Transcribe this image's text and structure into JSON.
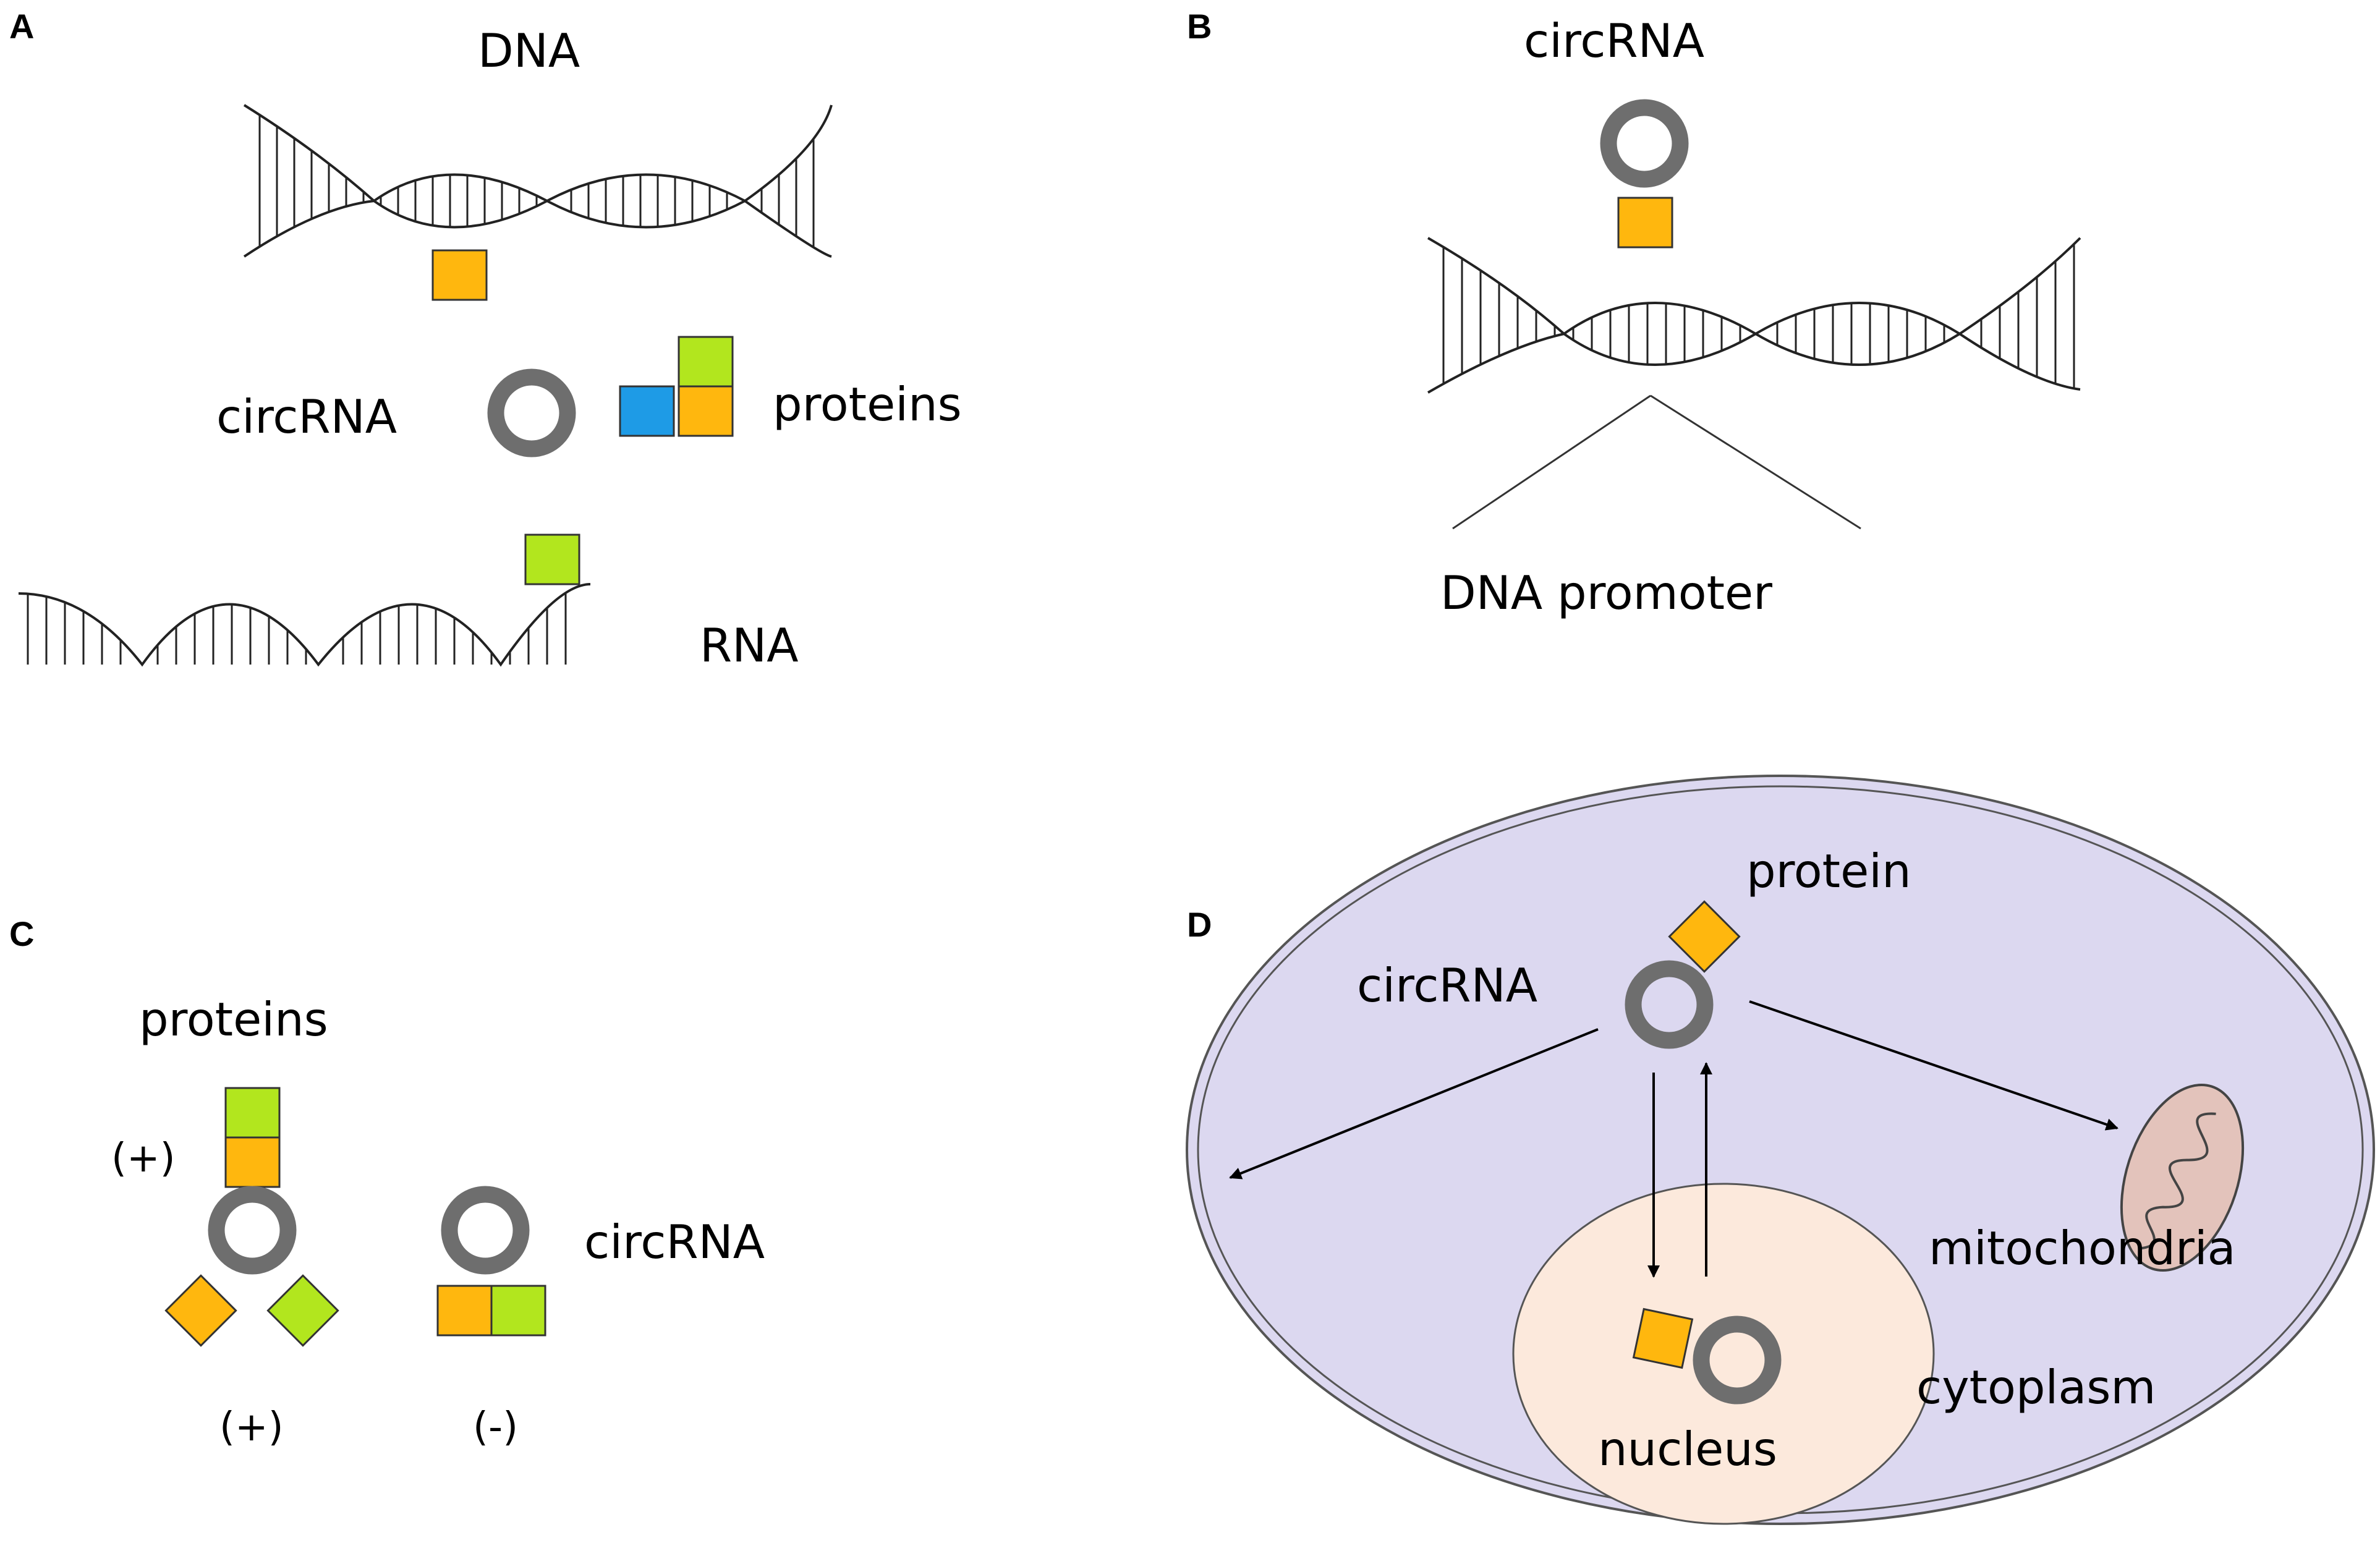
{
  "panels": {
    "a": {
      "letter": "A",
      "dna_label": "DNA",
      "circrna_label": "circRNA",
      "proteins_label": "proteins",
      "rna_label": "RNA"
    },
    "b": {
      "letter": "B",
      "circrna_label": "circRNA",
      "promoter_label": "DNA promoter"
    },
    "c": {
      "letter": "C",
      "proteins_label": "proteins",
      "plus_top": "(+)",
      "circrna_label": "circRNA",
      "plus_bottom": "(+)",
      "minus_bottom": "(-)"
    },
    "d": {
      "letter": "D",
      "protein_label": "protein",
      "circrna_label": "circRNA",
      "mitochondria_label": "mitochondria",
      "cytoplasm_label": "cytoplasm",
      "nucleus_label": "nucleus"
    }
  },
  "colors": {
    "protein_orange": "#FFB70E",
    "protein_green": "#B2E61E",
    "protein_blue": "#1E9BE6",
    "circrna_ring": "#6E6E6E",
    "cell": "#DCD8F0",
    "nucleus": "#FCE9DC",
    "mitochondria": "#E3C3BB"
  }
}
